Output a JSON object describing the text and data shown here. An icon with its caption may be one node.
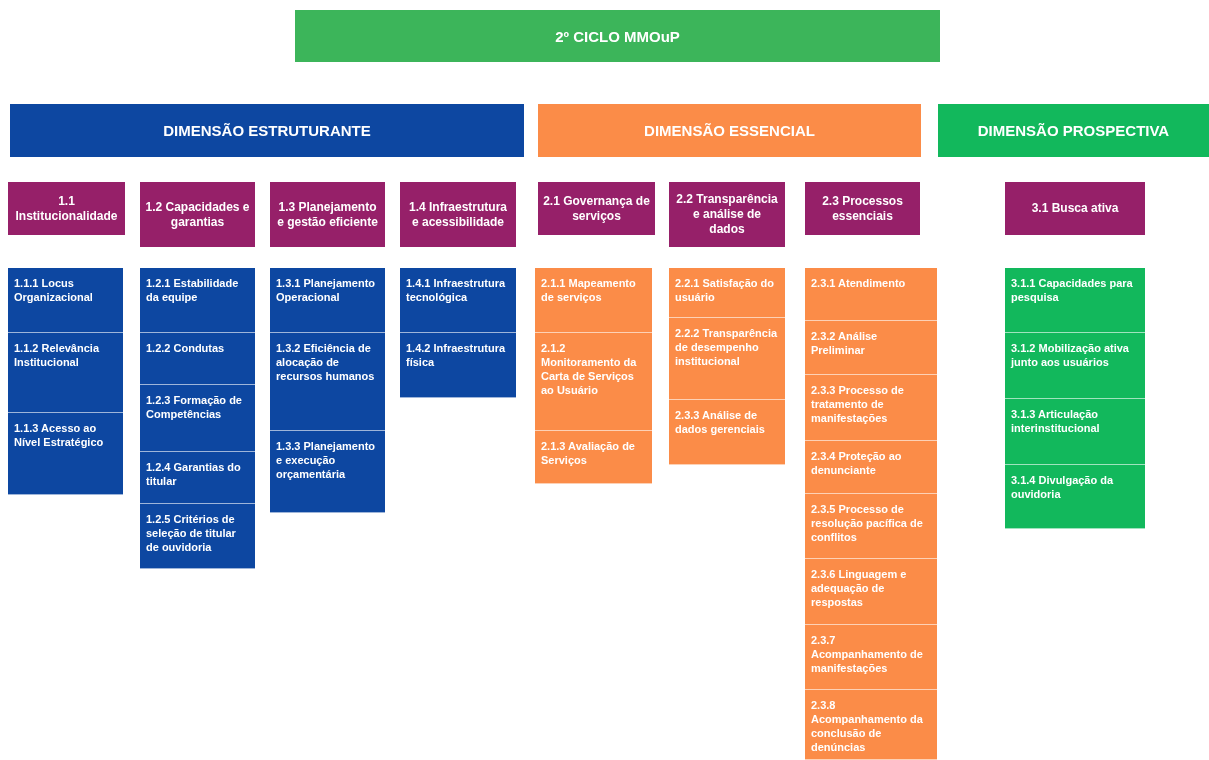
{
  "diagram": {
    "nodes": [
      {
        "text": [
          "2º CICLO  MMOuP"
        ]
      },
      {
        "text": [
          "DIMENSÃO ESTRUTURANTE"
        ]
      },
      {
        "text": [
          "DIMENSÃO ESSENCIAL"
        ]
      },
      {
        "text": [
          "DIMENSÃO PROSPECTIVA"
        ]
      },
      {
        "text": [
          "1.1 Institucionalidade"
        ]
      },
      {
        "text": [
          "1.2 Capacidades e garantias"
        ]
      },
      {
        "text": [
          "1.3 Planejamento e gestão eficiente"
        ]
      },
      {
        "text": [
          "1.4 Infraestrutura e acessibilidade"
        ]
      },
      {
        "text": [
          "2.1 Governança de serviços"
        ]
      },
      {
        "text": [
          "2.2 Transparência e análise de dados"
        ]
      },
      {
        "text": [
          "2.3 Processos essenciais"
        ]
      },
      {
        "text": [
          "3.1 Busca ativa"
        ]
      },
      {
        "text": [
          "1.1.1 Locus Organizacional"
        ]
      },
      {
        "text": [
          "1.1.2 Relevância Institucional"
        ]
      },
      {
        "text": [
          "1.1.3 Acesso ao Nível Estratégico"
        ]
      },
      {
        "text": [
          "1.2.1 Estabilidade da equipe"
        ]
      },
      {
        "text": [
          "1.2.2 Condutas"
        ]
      },
      {
        "text": [
          "1.2.3 Formação de Competências"
        ]
      },
      {
        "text": [
          "1.2.4 Garantias do titular"
        ]
      },
      {
        "text": [
          "1.2.5 Critérios de seleção de titular de ouvidoria"
        ]
      },
      {
        "text": [
          "1.3.1 Planejamento Operacional"
        ]
      },
      {
        "text": [
          "1.3.2 Eficiência de alocação de recursos humanos"
        ]
      },
      {
        "text": [
          "1.3.3 Planejamento e execução orçamentária"
        ]
      },
      {
        "text": [
          "1.4.1 Infraestrutura tecnológica"
        ]
      },
      {
        "text": [
          "1.4.2 Infraestrutura física"
        ]
      },
      {
        "text": [
          "2.1.1 Mapeamento de serviços"
        ]
      },
      {
        "text": [
          "2.1.2 Monitoramento da Carta de Serviços ao Usuário"
        ]
      },
      {
        "text": [
          "2.1.3 Avaliação de Serviços"
        ]
      },
      {
        "text": [
          "2.2.1 Satisfação do usuário"
        ]
      },
      {
        "text": [
          "2.2.2 Transparência de desempenho institucional"
        ]
      },
      {
        "text": [
          "2.3.3 Análise de dados gerenciais"
        ]
      },
      {
        "text": [
          "2.3.1 Atendimento"
        ]
      },
      {
        "text": [
          "2.3.2 Análise Preliminar"
        ]
      },
      {
        "text": [
          "2.3.3 Processo de tratamento de manifestações"
        ]
      },
      {
        "text": [
          "2.3.4 Proteção ao denunciante"
        ]
      },
      {
        "text": [
          "2.3.5 Processo de resolução pacífica de conflitos"
        ]
      },
      {
        "text": [
          "2.3.6  Linguagem e adequação de respostas"
        ]
      },
      {
        "text": [
          "2.3.7 Acompanhamento de manifestações"
        ]
      },
      {
        "text": [
          "2.3.8 Acompanhamento da conclusão de denúncias"
        ]
      },
      {
        "text": [
          "3.1.1 Capacidades para pesquisa"
        ]
      },
      {
        "text": [
          "3.1.2 Mobilização ativa junto aos usuários"
        ]
      },
      {
        "text": [
          "3.1.3 Articulação interinstitucional"
        ]
      },
      {
        "text": [
          "3.1.4 Divulgação da ouvidoria"
        ]
      }
    ],
    "edges": []
  }
}
